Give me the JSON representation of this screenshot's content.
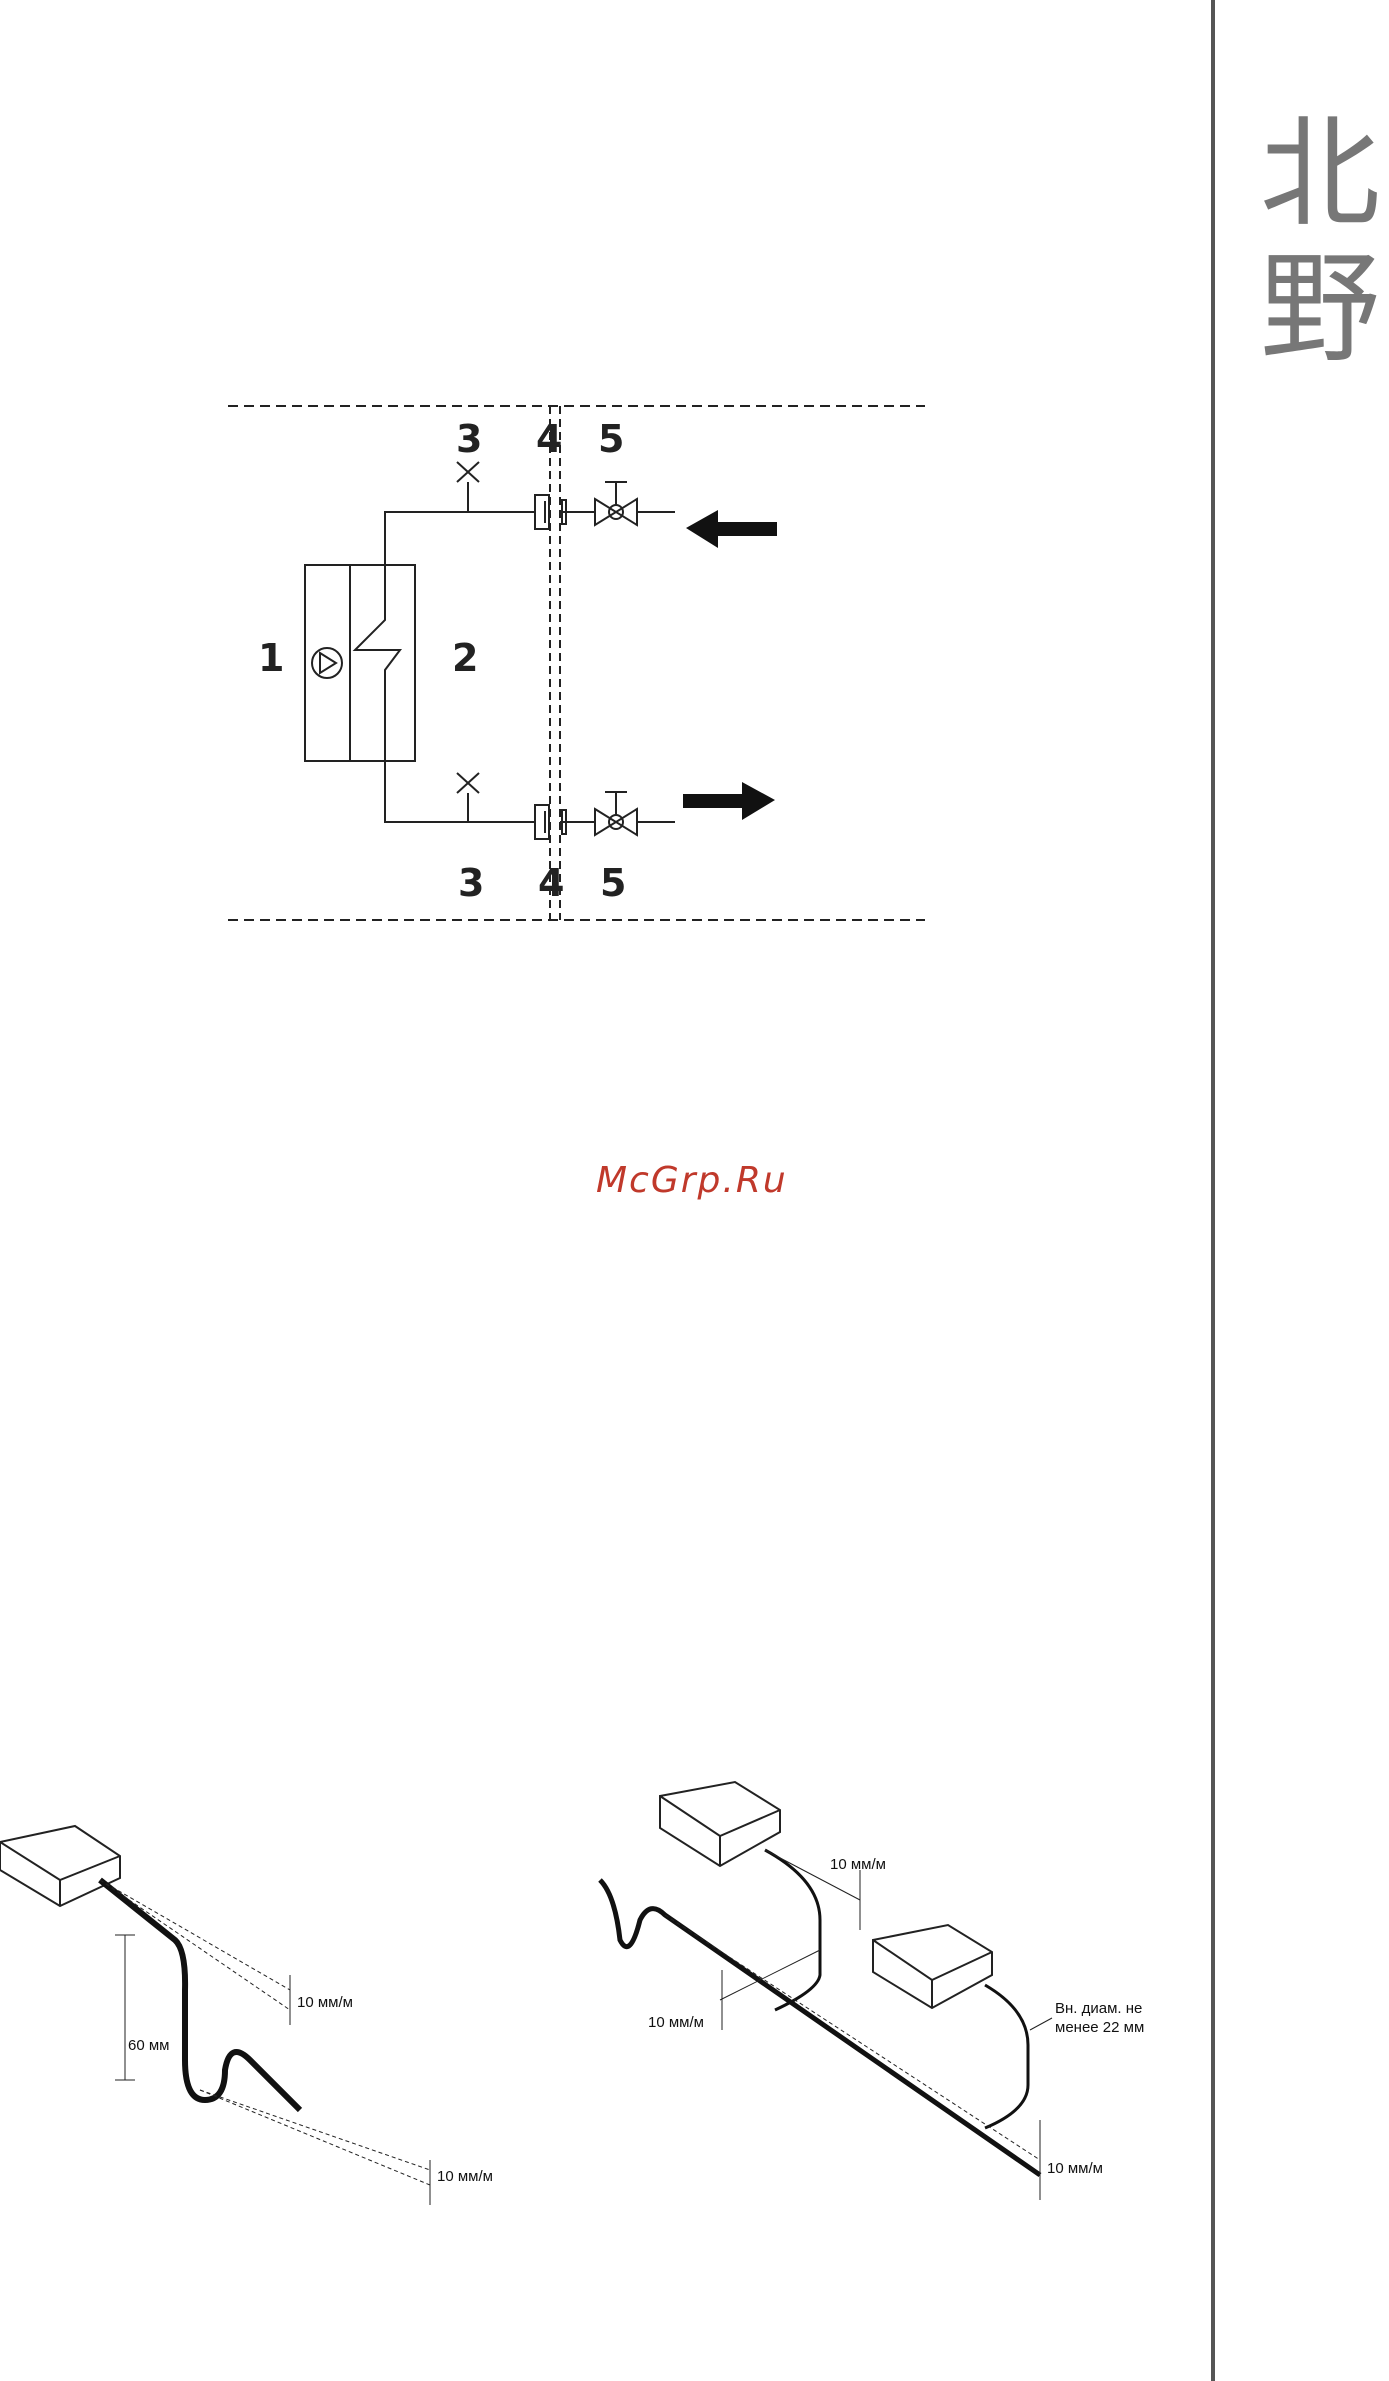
{
  "sidebar": {
    "char1": "北",
    "char2": "野"
  },
  "watermark": "McGrp.Ru",
  "scheme": {
    "labels": {
      "unit": "1",
      "exchanger": "2",
      "vent_top": "3",
      "union_top": "4",
      "valve_top": "5",
      "vent_bottom": "3",
      "union_bottom": "4",
      "valve_bottom": "5"
    }
  },
  "drain_left": {
    "slope_top": "10 мм/м",
    "trap_height": "60 мм",
    "slope_bottom": "10 мм/м"
  },
  "drain_right": {
    "slope_unit1": "10 мм/м",
    "slope_left": "10 мм/м",
    "diameter_line1": "Вн. диам. не",
    "diameter_line2": "менее 22 мм",
    "slope_end": "10 мм/м"
  }
}
